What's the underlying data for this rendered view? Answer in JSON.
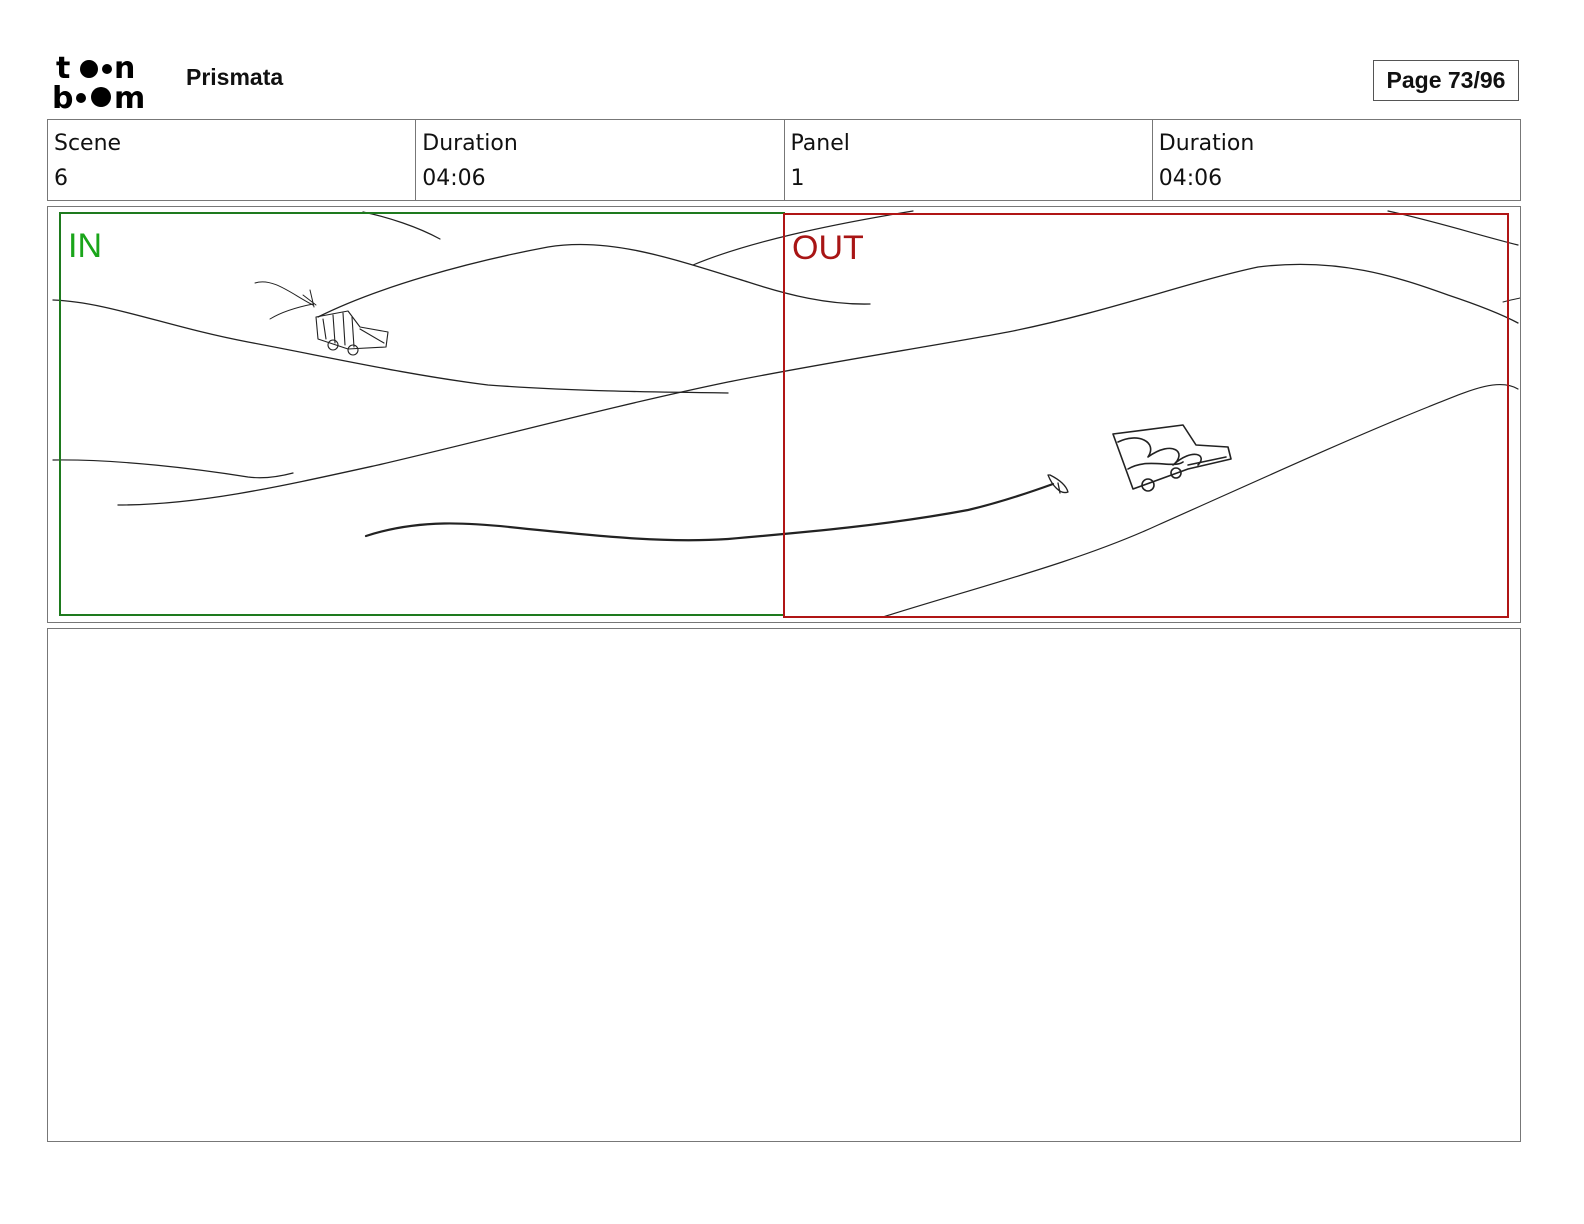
{
  "brand": {
    "logo_alt": "toon boom logo"
  },
  "header": {
    "project_title": "Prismata",
    "page_label": "Page 73/96"
  },
  "info": [
    {
      "label": "Scene",
      "value": "6"
    },
    {
      "label": "Duration",
      "value": "04:06"
    },
    {
      "label": "Panel",
      "value": "1"
    },
    {
      "label": "Duration",
      "value": "04:06"
    }
  ],
  "panel": {
    "in_label": "IN",
    "out_label": "OUT",
    "in_color": "#1e7a1e",
    "out_color": "#b01515"
  },
  "notes": {
    "text": ""
  }
}
